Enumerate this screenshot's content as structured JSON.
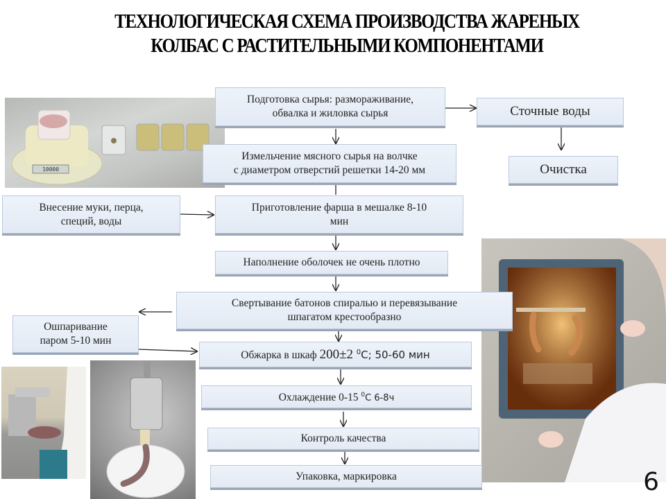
{
  "title": {
    "line1": "ТЕХНОЛОГИЧЕСКАЯ СХЕМА ПРОИЗВОДСТВА  ЖАРЕНЫХ",
    "line2": "КОЛБАС С РАСТИТЕЛЬНЫМИ КОМПОНЕНТАМИ"
  },
  "steps": {
    "prep_line1": "Подготовка сырья: размораживание,",
    "prep_line2": "обвалка и жиловка сырья",
    "wastewater": "Сточные воды",
    "cleaning": "Очистка",
    "mincing_line1": "Измельчение мясного сырья на волчке",
    "mincing_line2": "с диаметром отверстий решетки 14-20 мм",
    "additives_line1": "Внесение муки, перца,",
    "additives_line2": "специй, воды",
    "mixing_line1": "Приготовление фарша в мешалке 8-10",
    "mixing_line2": "мин",
    "filling": "Наполнение оболочек не очень плотно",
    "twisting_line1": "Свертывание батонов спиралью  и перевязывание",
    "twisting_line2": "шпагатом крестообразно",
    "scalding_line1": "Ошпаривание",
    "scalding_line2": "паром 5-10 мин",
    "frying_prefix": "Обжарка в шкаф ",
    "frying_temp": "200±2 ",
    "frying_deg": "0",
    "frying_suffix": "С; 50-60 мин",
    "cooling_prefix": "Охлаждение 0-15 ",
    "cooling_deg": "0",
    "cooling_suffix": "С 6-8ч",
    "quality": "Контроль качества",
    "packing": "Упаковка, маркировка"
  },
  "photos": {
    "scale": "photo-scale-with-ingredients",
    "scale_display": "10000",
    "grinder": "photo-meat-grinder",
    "stuffer": "photo-sausage-stuffer",
    "oven": "photo-oven-with-sausages"
  },
  "page_number": "6"
}
